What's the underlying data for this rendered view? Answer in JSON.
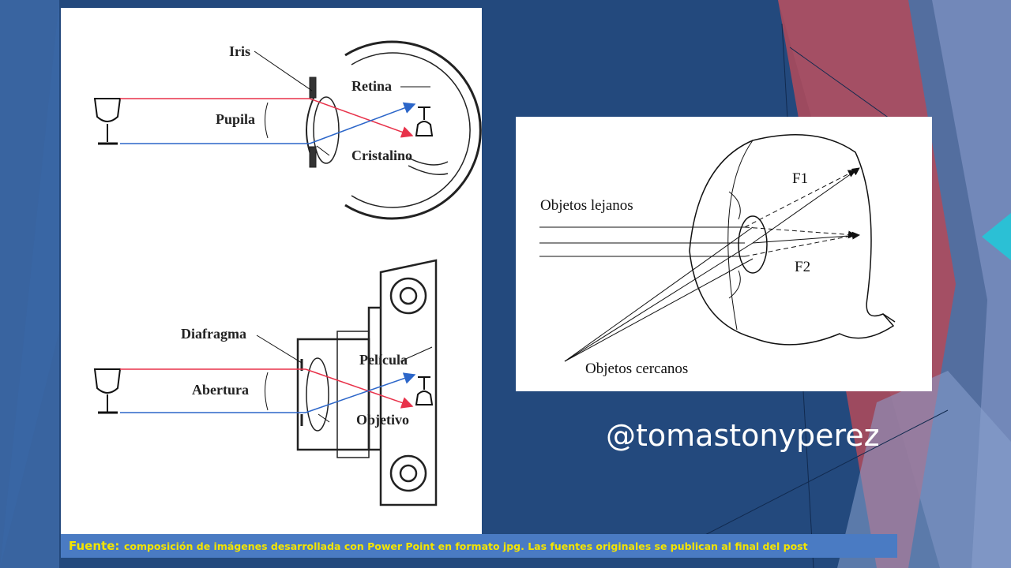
{
  "colors": {
    "background": "#23497d",
    "ray_red": "#e8324a",
    "ray_blue": "#2c66c9",
    "handle": "#ffffff",
    "footer_text": "#f4e400",
    "footer_bg": "#4a7bc3"
  },
  "eye_diagram": {
    "labels": {
      "iris": "Iris",
      "retina": "Retina",
      "pupila": "Pupila",
      "cristalino": "Cristalino"
    }
  },
  "camera_diagram": {
    "labels": {
      "diafragma": "Diafragma",
      "pelicula": "Película",
      "abertura": "Abertura",
      "objetivo": "Objetivo"
    }
  },
  "focus_diagram": {
    "labels": {
      "f1": "F1",
      "f2": "F2",
      "lejanos": "Objetos lejanos",
      "cercanos": "Objetos cercanos"
    }
  },
  "handle": "@tomastonyperez",
  "footer": {
    "label": "Fuente:",
    "text": "composición de imágenes desarrollada con Power Point en formato jpg. Las fuentes originales se publican al final del post"
  }
}
